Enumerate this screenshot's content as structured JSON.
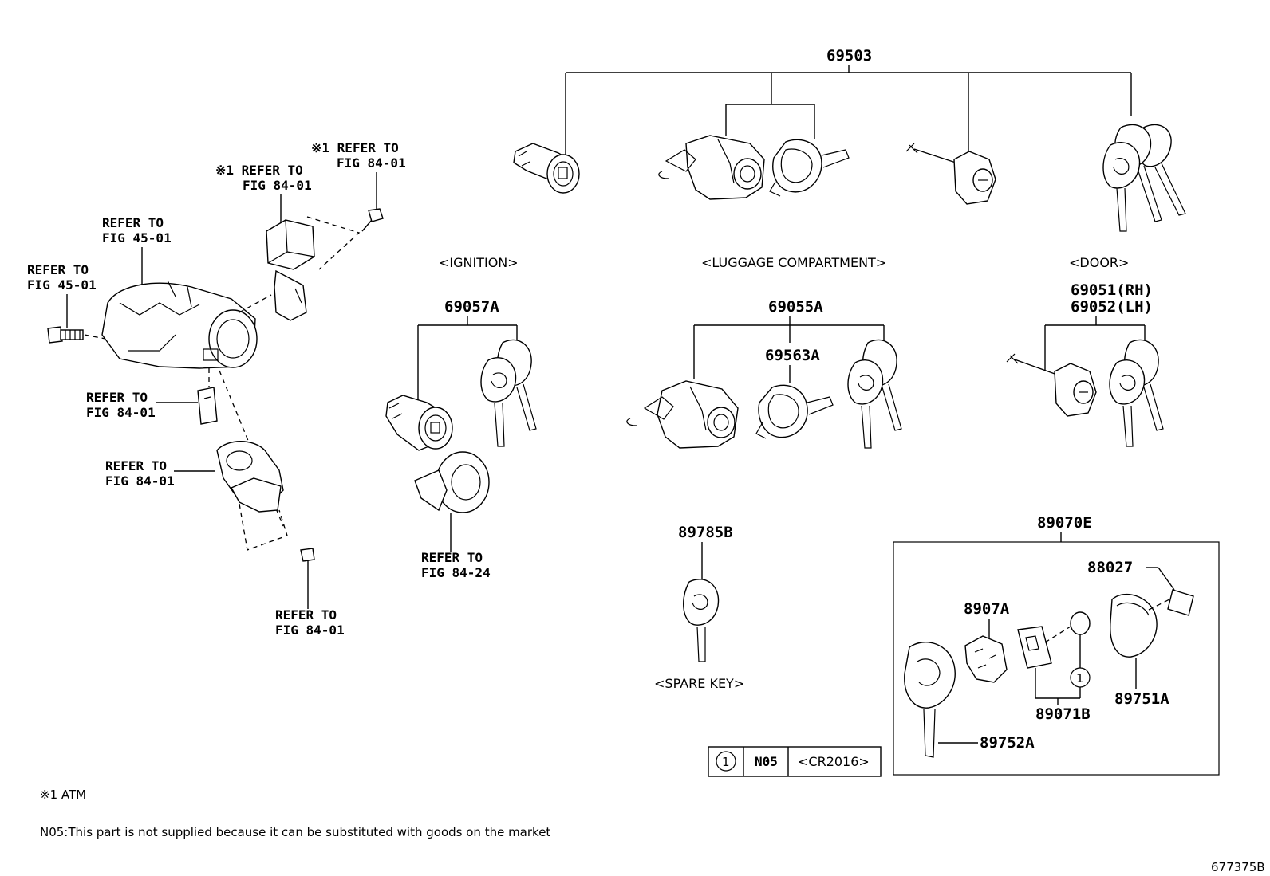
{
  "diagram": {
    "figure_id": "677375B",
    "parts": {
      "p69503": "69503",
      "p69057A": "69057A",
      "p69055A": "69055A",
      "p69563A": "69563A",
      "p69051": "69051(RH)",
      "p69052": "69052(LH)",
      "p89785B": "89785B",
      "p89070E": "89070E",
      "p88027": "88027",
      "p8907A": "8907A",
      "p89071B": "89071B",
      "p89751A": "89751A",
      "p89752A": "89752A"
    },
    "sections": {
      "ignition": "<IGNITION>",
      "luggage": "<LUGGAGE COMPARTMENT>",
      "door": "<DOOR>",
      "spare_key": "<SPARE KEY>"
    },
    "refs": {
      "atm1_line1": "※1 REFER TO",
      "atm1_line2": "FIG 84-01",
      "atm2_line1": "※1 REFER TO",
      "atm2_line2": "FIG 84-01",
      "r4501a_line1": "REFER TO",
      "r4501a_line2": "FIG 45-01",
      "r4501b_line1": "REFER TO",
      "r4501b_line2": "FIG 45-01",
      "r8401a_line1": "REFER TO",
      "r8401a_line2": "FIG 84-01",
      "r8401b_line1": "REFER TO",
      "r8401b_line2": "FIG 84-01",
      "r8401c_line1": "REFER TO",
      "r8401c_line2": "FIG 84-01",
      "r8424_line1": "REFER TO",
      "r8424_line2": "FIG 84-24"
    },
    "table": {
      "callout": "1",
      "code": "N05",
      "value": "<CR2016>"
    },
    "callout_marker": "1",
    "notes": {
      "atm": "※1 ATM",
      "n05": "N05:This part is not supplied because it can be substituted with goods on the market"
    }
  }
}
